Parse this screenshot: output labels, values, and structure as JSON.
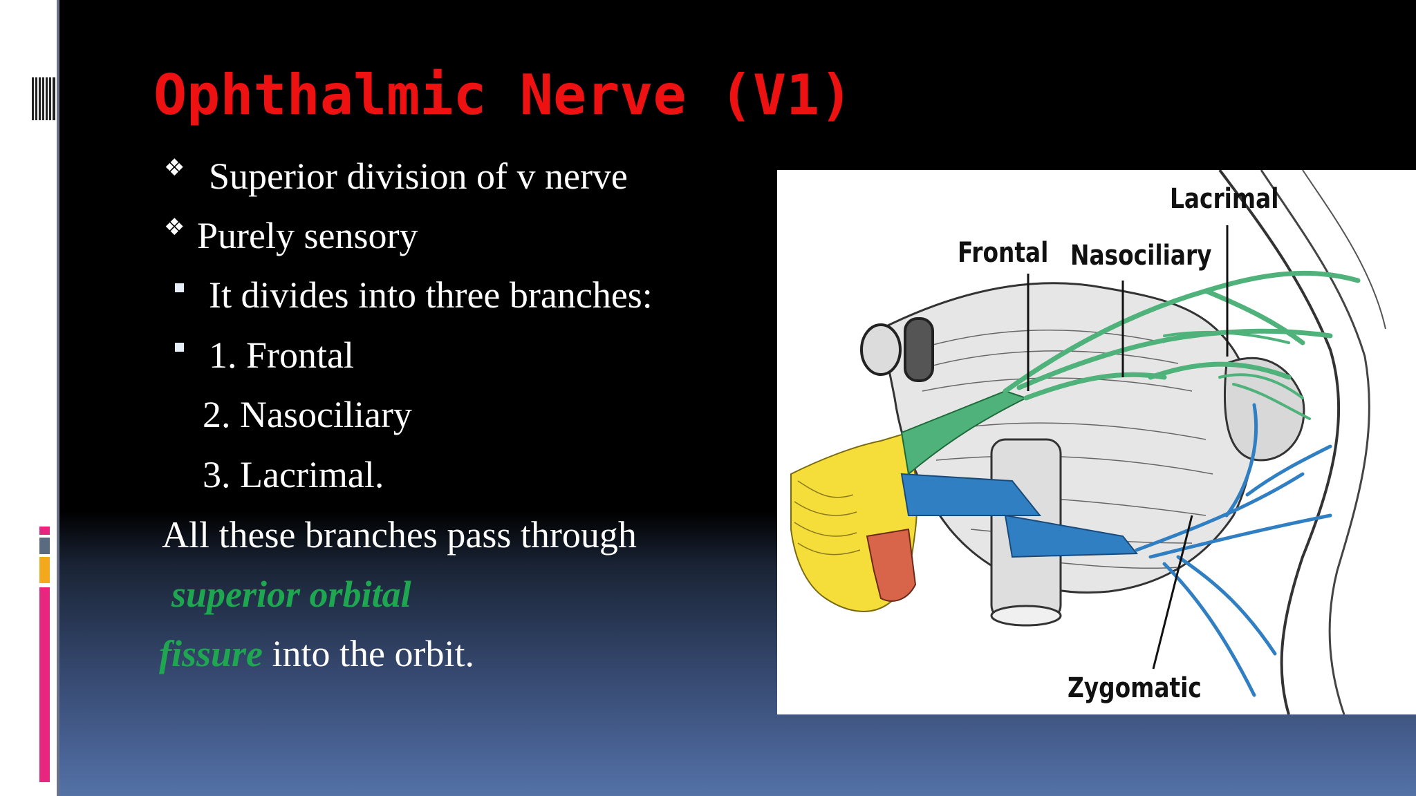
{
  "slide": {
    "title": "Ophthalmic Nerve (V1)",
    "bullets": [
      {
        "marker": "diamond",
        "text": "Superior division of v nerve"
      },
      {
        "marker": "diamond",
        "text": "Purely sensory"
      },
      {
        "marker": "square",
        "text": "It divides into three branches:"
      },
      {
        "marker": "square",
        "text": "1. Frontal"
      },
      {
        "marker": "none",
        "text": "2. Nasociliary"
      },
      {
        "marker": "none",
        "text": "3. Lacrimal."
      }
    ],
    "paragraph": {
      "line1": "All these branches pass through",
      "line2_highlight": "superior orbital",
      "line3_highlight": "fissure",
      "line3_rest": " into the orbit."
    },
    "diamond_glyph": "❖",
    "colors": {
      "title": "#ee1111",
      "highlight": "#1fa651",
      "text": "#ffffff",
      "accent_pink": "#e8257f",
      "accent_orange": "#f4a81c",
      "accent_gray": "#5a6a80"
    }
  },
  "figure": {
    "labels": {
      "lacrimal": "Lacrimal",
      "frontal": "Frontal",
      "nasociliary": "Nasociliary",
      "zygomatic": "Zygomatic"
    },
    "nerve_colors": {
      "ophthalmic": "#4fb27a",
      "maxillary": "#2f7fc2",
      "ganglion": "#f5dd3a",
      "mandibular": "#d8654a"
    }
  }
}
